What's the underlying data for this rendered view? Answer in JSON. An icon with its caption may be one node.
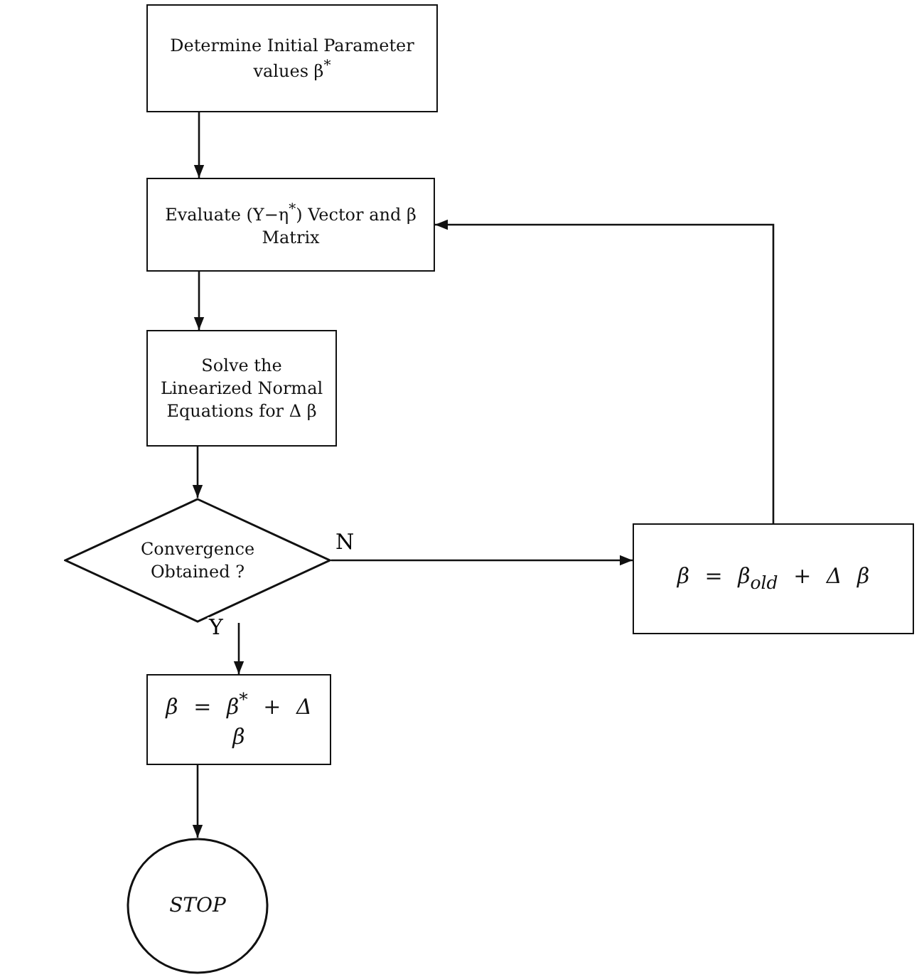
{
  "diagram": {
    "nodes": [
      {
        "text": [
          "Determine Initial Parameter values β$^{*}$"
        ]
      },
      {
        "text": [
          "Evaluate (Y−η$^{*}$) Vector and β Matrix"
        ]
      },
      {
        "text": [
          "Solve the Linearized Normal Equations for Δ β"
        ]
      },
      {
        "text": [
          "Convergence Obtained ?"
        ]
      },
      {
        "text": [
          "β = β$_{old}$ + Δ β"
        ]
      },
      {
        "text": [
          "β = β$^{*}$ + Δ β"
        ]
      },
      {
        "text": [
          "STOP"
        ]
      }
    ],
    "edges": [
      {
        "from": 0,
        "to": 1,
        "arrow": "to"
      },
      {
        "from": 1,
        "to": 2,
        "arrow": "to"
      },
      {
        "from": 2,
        "to": 3,
        "arrow": "to"
      },
      {
        "from": 3,
        "to": 4,
        "arrow": "to",
        "label": "N"
      },
      {
        "from": 4,
        "to": 1,
        "arrow": "to"
      },
      {
        "from": 3,
        "to": 5,
        "arrow": "to",
        "label": "Y"
      },
      {
        "from": 5,
        "to": 6,
        "arrow": "to"
      }
    ]
  }
}
